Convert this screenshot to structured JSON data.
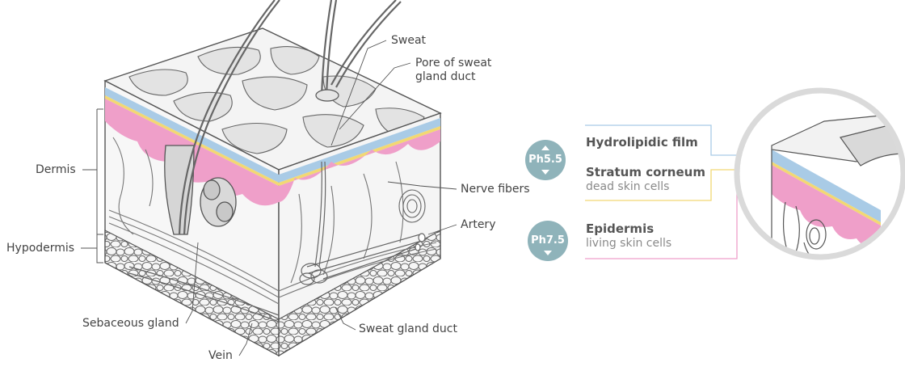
{
  "colors": {
    "line": "#555555",
    "skin_fill": "#f4f4f4",
    "blue_layer": "#a9cbe6",
    "yellow_layer": "#f2d873",
    "pink_layer": "#ef9fc9",
    "ph_badge": "#8fb3ba",
    "circle_ring": "#dadada"
  },
  "cross_section_labels": {
    "sweat": "Sweat",
    "pore_line1": "Pore of sweat",
    "pore_line2": "gland duct",
    "nerve_fibers": "Nerve fibers",
    "artery": "Artery",
    "sweat_gland_duct": "Sweat gland duct",
    "sebaceous_gland": "Sebaceous gland",
    "vein": "Vein",
    "dermis": "Dermis",
    "hypodermis": "Hypodermis"
  },
  "layer_panel": {
    "hydrolipidic_film": {
      "title": "Hydrolipidic film"
    },
    "stratum_corneum": {
      "title": "Stratum corneum",
      "subtitle": "dead skin cells"
    },
    "epidermis": {
      "title": "Epidermis",
      "subtitle": "living skin cells"
    }
  },
  "ph_badges": [
    {
      "label": "Ph5.5",
      "icon": "triangle-up-down-icon"
    },
    {
      "label": "Ph7.5",
      "icon": "triangle-down-icon"
    }
  ]
}
